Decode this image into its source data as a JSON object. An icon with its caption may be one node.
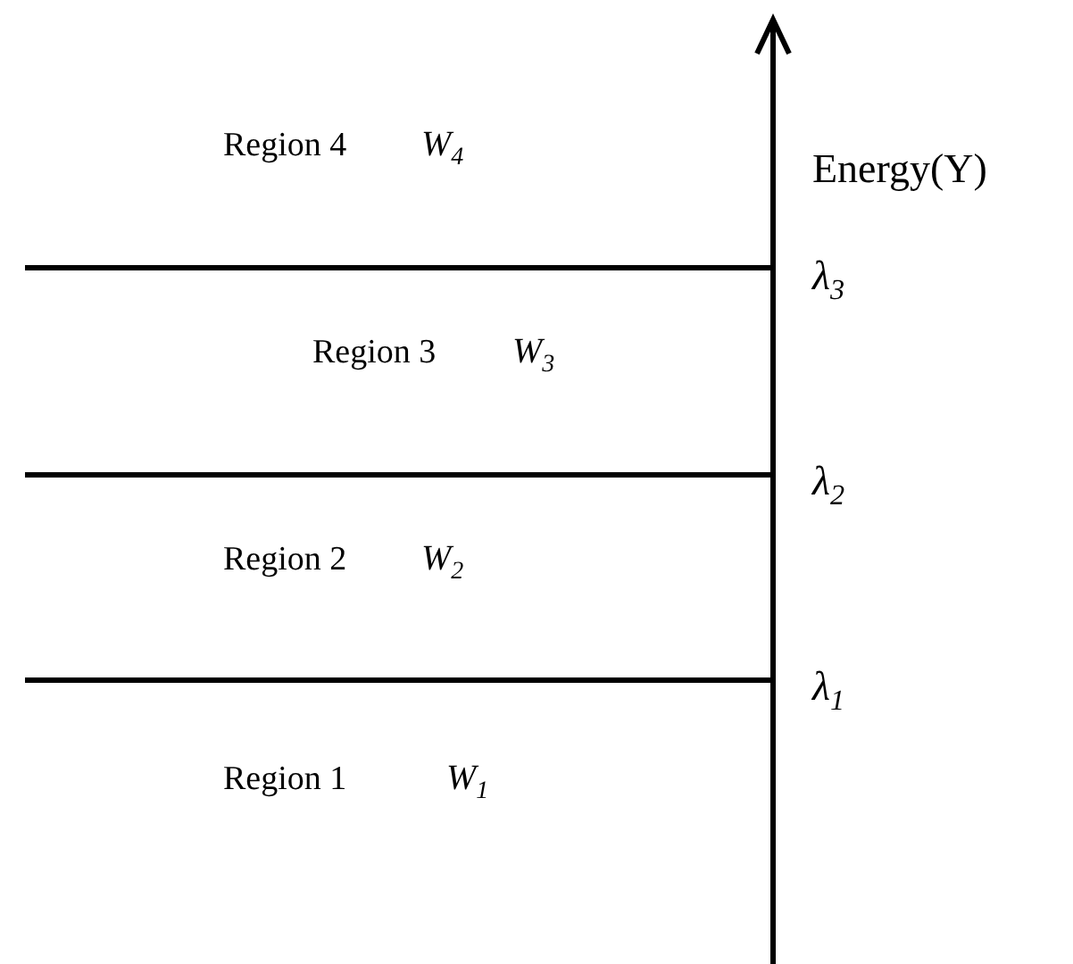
{
  "diagram": {
    "labels": [
      "Region 4",
      "W$_{4}$",
      "Energy(Y)",
      "λ$_{3}$",
      "Region 3",
      "W$_{3}$",
      "λ$_{2}$",
      "Region 2",
      "W$_{2}$",
      "λ$_{1}$",
      "Region 1",
      "W$_{1}$"
    ]
  }
}
